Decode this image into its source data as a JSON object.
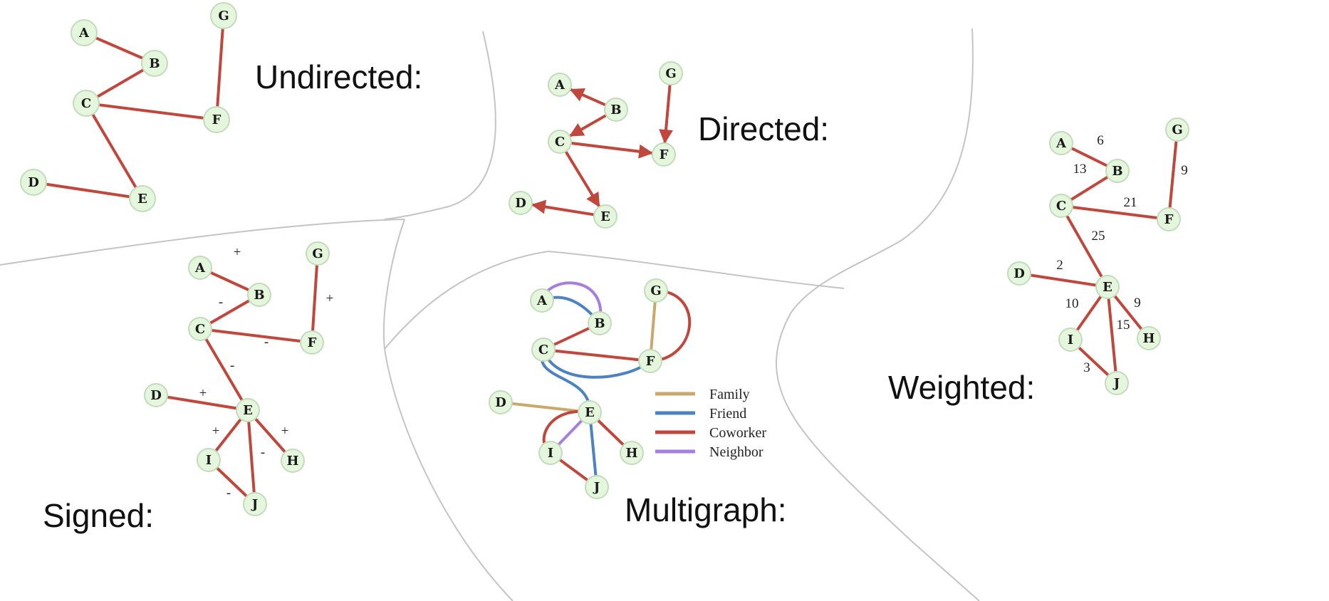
{
  "colors": {
    "edge": "#c0473c",
    "node_fill": "#e4f7dd",
    "node_stroke": "#c3dbbc",
    "family": "#c9a86a",
    "friend": "#4c82c4",
    "coworker": "#c0473c",
    "neighbor": "#a57fe0"
  },
  "regions": {
    "undirected": {
      "label": "Undirected:",
      "nodes": [
        "A",
        "B",
        "C",
        "D",
        "E",
        "F",
        "G"
      ],
      "edges": [
        [
          "A",
          "B"
        ],
        [
          "B",
          "C"
        ],
        [
          "C",
          "F"
        ],
        [
          "F",
          "G"
        ],
        [
          "C",
          "E"
        ],
        [
          "D",
          "E"
        ]
      ]
    },
    "directed": {
      "label": "Directed:",
      "nodes": [
        "A",
        "B",
        "C",
        "D",
        "E",
        "F",
        "G"
      ],
      "edges": [
        [
          "B",
          "A"
        ],
        [
          "B",
          "C"
        ],
        [
          "C",
          "F"
        ],
        [
          "G",
          "F"
        ],
        [
          "C",
          "E"
        ],
        [
          "E",
          "D"
        ]
      ]
    },
    "weighted": {
      "label": "Weighted:",
      "nodes": [
        "A",
        "B",
        "C",
        "D",
        "E",
        "F",
        "G",
        "H",
        "I",
        "J"
      ],
      "edges": [
        {
          "from": "A",
          "to": "B",
          "weight": "6"
        },
        {
          "from": "B",
          "to": "C",
          "weight": "13"
        },
        {
          "from": "C",
          "to": "F",
          "weight": "21"
        },
        {
          "from": "F",
          "to": "G",
          "weight": "9"
        },
        {
          "from": "C",
          "to": "E",
          "weight": "25"
        },
        {
          "from": "D",
          "to": "E",
          "weight": "2"
        },
        {
          "from": "E",
          "to": "I",
          "weight": "10"
        },
        {
          "from": "E",
          "to": "H",
          "weight": "9"
        },
        {
          "from": "E",
          "to": "J",
          "weight": "15"
        },
        {
          "from": "I",
          "to": "J",
          "weight": "3"
        }
      ]
    },
    "signed": {
      "label": "Signed:",
      "nodes": [
        "A",
        "B",
        "C",
        "D",
        "E",
        "F",
        "G",
        "H",
        "I",
        "J"
      ],
      "edges": [
        {
          "from": "A",
          "to": "B",
          "sign": "+"
        },
        {
          "from": "B",
          "to": "C",
          "sign": "-"
        },
        {
          "from": "C",
          "to": "F",
          "sign": "-"
        },
        {
          "from": "F",
          "to": "G",
          "sign": "+"
        },
        {
          "from": "C",
          "to": "E",
          "sign": "-"
        },
        {
          "from": "D",
          "to": "E",
          "sign": "+"
        },
        {
          "from": "E",
          "to": "I",
          "sign": "+"
        },
        {
          "from": "E",
          "to": "H",
          "sign": "+"
        },
        {
          "from": "E",
          "to": "J",
          "sign": "-"
        },
        {
          "from": "I",
          "to": "J",
          "sign": "-"
        }
      ]
    },
    "multigraph": {
      "label": "Multigraph:",
      "nodes": [
        "A",
        "B",
        "C",
        "D",
        "E",
        "F",
        "G",
        "H",
        "I",
        "J"
      ],
      "legend": [
        {
          "label": "Family",
          "color": "#c9a86a"
        },
        {
          "label": "Friend",
          "color": "#4c82c4"
        },
        {
          "label": "Coworker",
          "color": "#c0473c"
        },
        {
          "label": "Neighbor",
          "color": "#a57fe0"
        }
      ],
      "edges": [
        {
          "from": "A",
          "to": "B",
          "type": "Friend"
        },
        {
          "from": "A",
          "to": "B",
          "type": "Neighbor"
        },
        {
          "from": "B",
          "to": "C",
          "type": "Coworker"
        },
        {
          "from": "C",
          "to": "F",
          "type": "Coworker"
        },
        {
          "from": "C",
          "to": "F",
          "type": "Friend"
        },
        {
          "from": "F",
          "to": "G",
          "type": "Family"
        },
        {
          "from": "F",
          "to": "G",
          "type": "Coworker"
        },
        {
          "from": "C",
          "to": "J",
          "type": "Friend"
        },
        {
          "from": "D",
          "to": "E",
          "type": "Family"
        },
        {
          "from": "E",
          "to": "I",
          "type": "Coworker"
        },
        {
          "from": "E",
          "to": "I",
          "type": "Neighbor"
        },
        {
          "from": "E",
          "to": "H",
          "type": "Coworker"
        },
        {
          "from": "I",
          "to": "J",
          "type": "Coworker"
        }
      ]
    }
  }
}
